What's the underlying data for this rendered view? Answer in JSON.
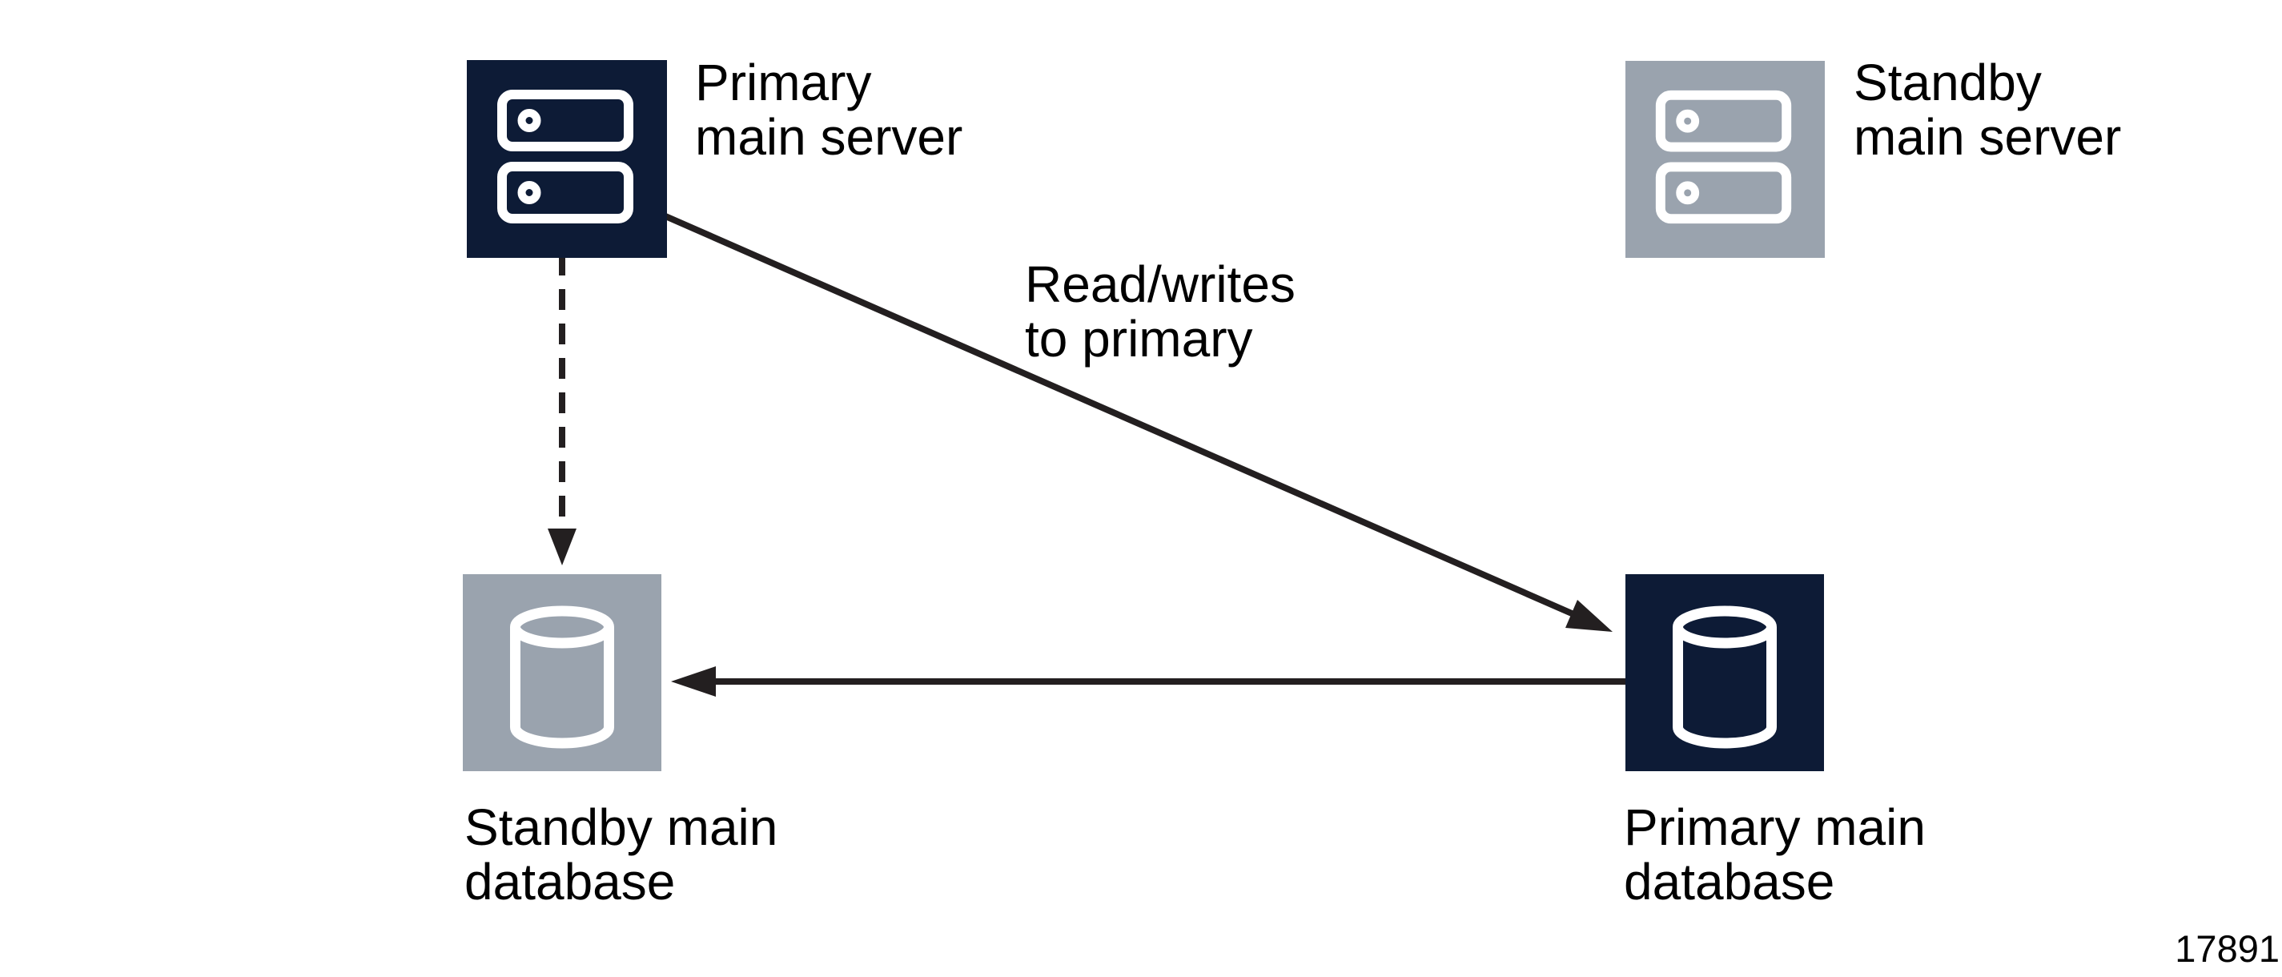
{
  "figure": {
    "number": "17891",
    "background": "#ffffff"
  },
  "palette": {
    "primary_fill": "#0d1b36",
    "standby_fill": "#9aa3ae",
    "arrow_color": "#231f20",
    "text_color": "#000000",
    "glyph_color": "#ffffff"
  },
  "nodes": {
    "primary_server": {
      "type": "server",
      "role": "primary",
      "label": "Primary\nmain server"
    },
    "standby_server": {
      "type": "server",
      "role": "standby",
      "label": "Standby\nmain server"
    },
    "standby_database": {
      "type": "database",
      "role": "standby",
      "label": "Standby main\ndatabase"
    },
    "primary_database": {
      "type": "database",
      "role": "primary",
      "label": "Primary main\ndatabase"
    }
  },
  "edges": {
    "primary_server_to_standby_database": {
      "from": "primary_server",
      "to": "standby_database",
      "style": "dashed"
    },
    "primary_server_to_primary_database": {
      "from": "primary_server",
      "to": "primary_database",
      "style": "solid",
      "label": "Read/writes\nto primary"
    },
    "primary_database_to_standby_database": {
      "from": "primary_database",
      "to": "standby_database",
      "style": "solid"
    }
  }
}
